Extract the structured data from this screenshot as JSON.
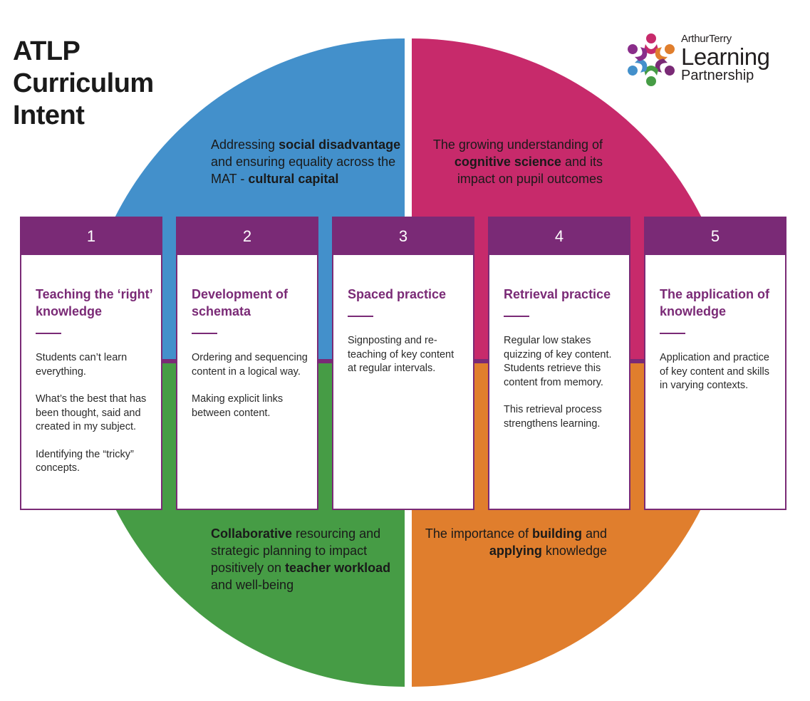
{
  "title": {
    "line1": "ATLP",
    "line2": "Curriculum",
    "line3": "Intent"
  },
  "logo": {
    "line1": "ArthurTerry",
    "line2": "Learning",
    "line3": "Partnership"
  },
  "colors": {
    "blue": "#4390cb",
    "pink": "#c72a6b",
    "green": "#469c45",
    "orange": "#e07e2d",
    "purple": "#7a2a76"
  },
  "quadrants": {
    "top_left": {
      "segments": [
        {
          "t": "Addressing ",
          "b": false
        },
        {
          "t": "social disadvantage",
          "b": true
        },
        {
          "t": " and ensuring equality across the MAT - ",
          "b": false
        },
        {
          "t": "cultural capital",
          "b": true
        }
      ]
    },
    "top_right": {
      "segments": [
        {
          "t": "The growing understanding of ",
          "b": false
        },
        {
          "t": "cognitive science",
          "b": true
        },
        {
          "t": " and its impact on pupil outcomes",
          "b": false
        }
      ]
    },
    "bottom_left": {
      "segments": [
        {
          "t": "Collaborative",
          "b": true
        },
        {
          "t": " resourcing and strategic planning to impact positively on ",
          "b": false
        },
        {
          "t": "teacher workload",
          "b": true
        },
        {
          "t": " and well-being",
          "b": false
        }
      ]
    },
    "bottom_right": {
      "segments": [
        {
          "t": "The importance of ",
          "b": false
        },
        {
          "t": "building",
          "b": true
        },
        {
          "t": " and ",
          "b": false
        },
        {
          "t": "applying",
          "b": true
        },
        {
          "t": " knowledge",
          "b": false
        }
      ]
    }
  },
  "cards": [
    {
      "number": "1",
      "title": "Teaching the ‘right’ knowledge",
      "paragraphs": [
        "Students can’t learn everything.",
        "What’s the best that has been thought, said and created in my subject.",
        "Identifying the “tricky” concepts."
      ]
    },
    {
      "number": "2",
      "title": "Development of schemata",
      "paragraphs": [
        "Ordering and sequencing content in a logical way.",
        "Making explicit links between content."
      ]
    },
    {
      "number": "3",
      "title": "Spaced practice",
      "paragraphs": [
        "Signposting and re-teaching of key content at regular intervals."
      ]
    },
    {
      "number": "4",
      "title": "Retrieval practice",
      "paragraphs": [
        "Regular low stakes quizzing of key content. Students retrieve this content from memory.",
        "This retrieval process strengthens learning."
      ]
    },
    {
      "number": "5",
      "title": "The application of knowledge",
      "paragraphs": [
        "Application and practice of key content and skills in varying contexts."
      ]
    }
  ]
}
